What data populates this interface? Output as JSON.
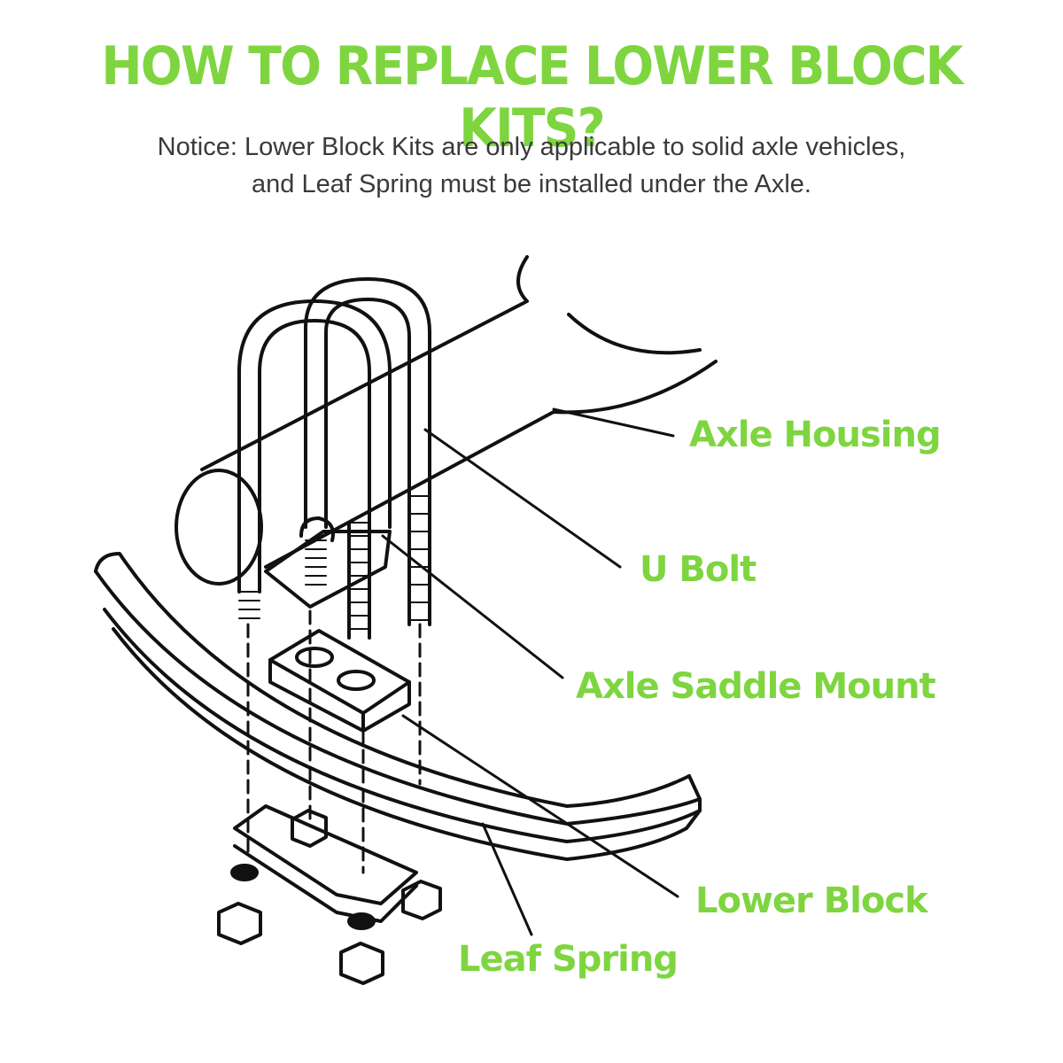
{
  "title": "HOW TO REPLACE LOWER BLOCK KITS?",
  "notice": {
    "line1": "Notice: Lower Block Kits are only applicable to solid axle vehicles,",
    "line2": "and Leaf Spring must be installed under the Axle."
  },
  "labels": {
    "axle_housing": "Axle Housing",
    "u_bolt": "U Bolt",
    "axle_saddle_mount": "Axle Saddle Mount",
    "lower_block": "Lower Block",
    "leaf_spring": "Leaf Spring"
  },
  "colors": {
    "accent": "#7ed540",
    "text": "#3a3a3a",
    "line": "#111111"
  }
}
